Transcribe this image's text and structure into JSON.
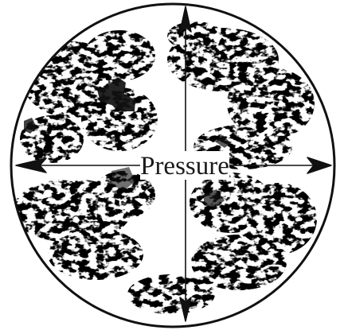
{
  "diagram": {
    "label": "Pressure",
    "arrow_directions": [
      "up",
      "down",
      "left",
      "right"
    ],
    "icon": "pressure-arrows-icon",
    "colors": {
      "ink": "#111111",
      "background": "#ffffff"
    }
  }
}
